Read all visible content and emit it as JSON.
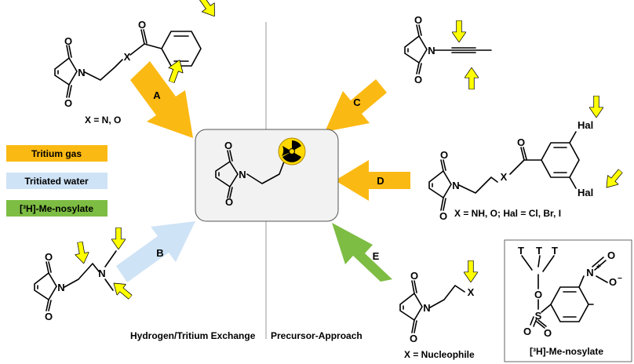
{
  "legend": [
    {
      "label": "Tritium gas",
      "color": "#fbb913"
    },
    {
      "label": "Tritiated water",
      "color": "#cfe3f6"
    },
    {
      "label": "[³H]-Me-nosylate",
      "color": "#7dbd43"
    }
  ],
  "routes": {
    "a": "A",
    "b": "B",
    "c": "C",
    "d": "D",
    "e": "E"
  },
  "labels": {
    "a_subst": "X = N, O",
    "d_subst": "X = NH, O; Hal = Cl, Br, I",
    "e_subst": "X = Nucleophile"
  },
  "sections": {
    "left": "Hydrogen/Tritium Exchange",
    "right": "Precursor-Approach",
    "nosylate": "[³H]-Me-nosylate"
  },
  "atoms": {
    "o": "O",
    "n": "N",
    "x": "X",
    "hal": "Hal",
    "t": "T",
    "s": "S",
    "nitro_n": "N",
    "plus": "+",
    "minus": "−"
  },
  "icons": {
    "radiation": "radiation-icon",
    "arrow": "yellow-arrow-icon"
  }
}
